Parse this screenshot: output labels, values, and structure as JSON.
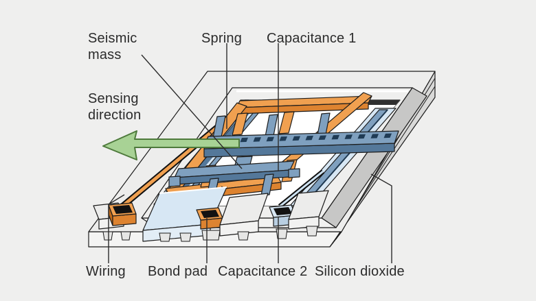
{
  "labels": {
    "seismic_mass": "Seismic mass",
    "spring": "Spring",
    "capacitance_1": "Capacitance 1",
    "sensing_direction": "Sensing direction",
    "wiring": "Wiring",
    "bond_pad": "Bond pad",
    "capacitance_2": "Capacitance 2",
    "silicon_dioxide": "Silicon dioxide"
  },
  "icons": {
    "sensing_direction_arrow": "left-arrow"
  },
  "colors": {
    "background": "#efefee",
    "substrate": "#ededec",
    "orange_structure": "#f0a050",
    "orange_dark": "#dd8330",
    "blue_structure": "#7fa0bf",
    "blue_dark": "#54789a",
    "light_blue": "#d7e7f4",
    "arrow_green": "#a8d295",
    "arrow_green_dark": "#4e7a3c",
    "outline": "#1c1c1c",
    "label_text": "#2b2b2b"
  }
}
